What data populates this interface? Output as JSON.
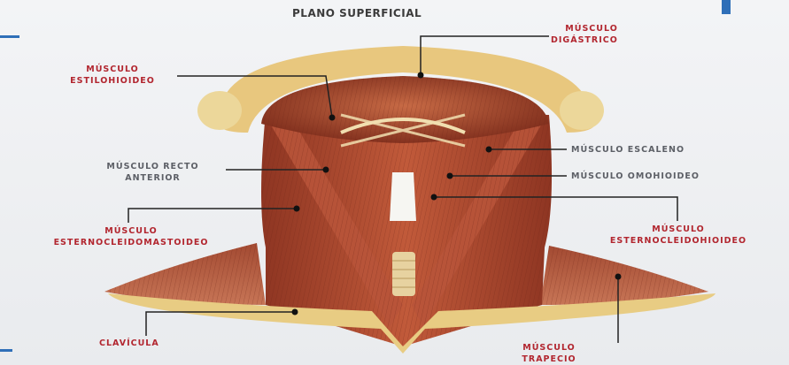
{
  "title": "PLANO SUPERFICIAL",
  "labels": {
    "digastrico": [
      "MÚSCULO",
      "DIGÁSTRICO"
    ],
    "estilohioideo": [
      "MÚSCULO",
      "ESTILOHIOIDEO"
    ],
    "escaleno": "MÚSCULO ESCALENO",
    "recto_anterior": [
      "MÚSCULO RECTO",
      "ANTERIOR"
    ],
    "omohioideo": "MÚSCULO OMOHIOIDEO",
    "esternocleidomastoideo": [
      "MÚSCULO",
      "ESTERNOCLEIDOMASTOIDEO"
    ],
    "esternocleidohioideo": [
      "MÚSCULO",
      "ESTERNOCLEIDOHIOIDEO"
    ],
    "clavicula": "CLAVÍCULA",
    "trapecio": [
      "MÚSCULO",
      "TRAPECIO"
    ]
  },
  "colors": {
    "label_red": "#b2262f",
    "label_gray": "#5c5f66",
    "muscle": "#a8452e",
    "bone": "#e7cf8a",
    "leader": "#222222"
  }
}
